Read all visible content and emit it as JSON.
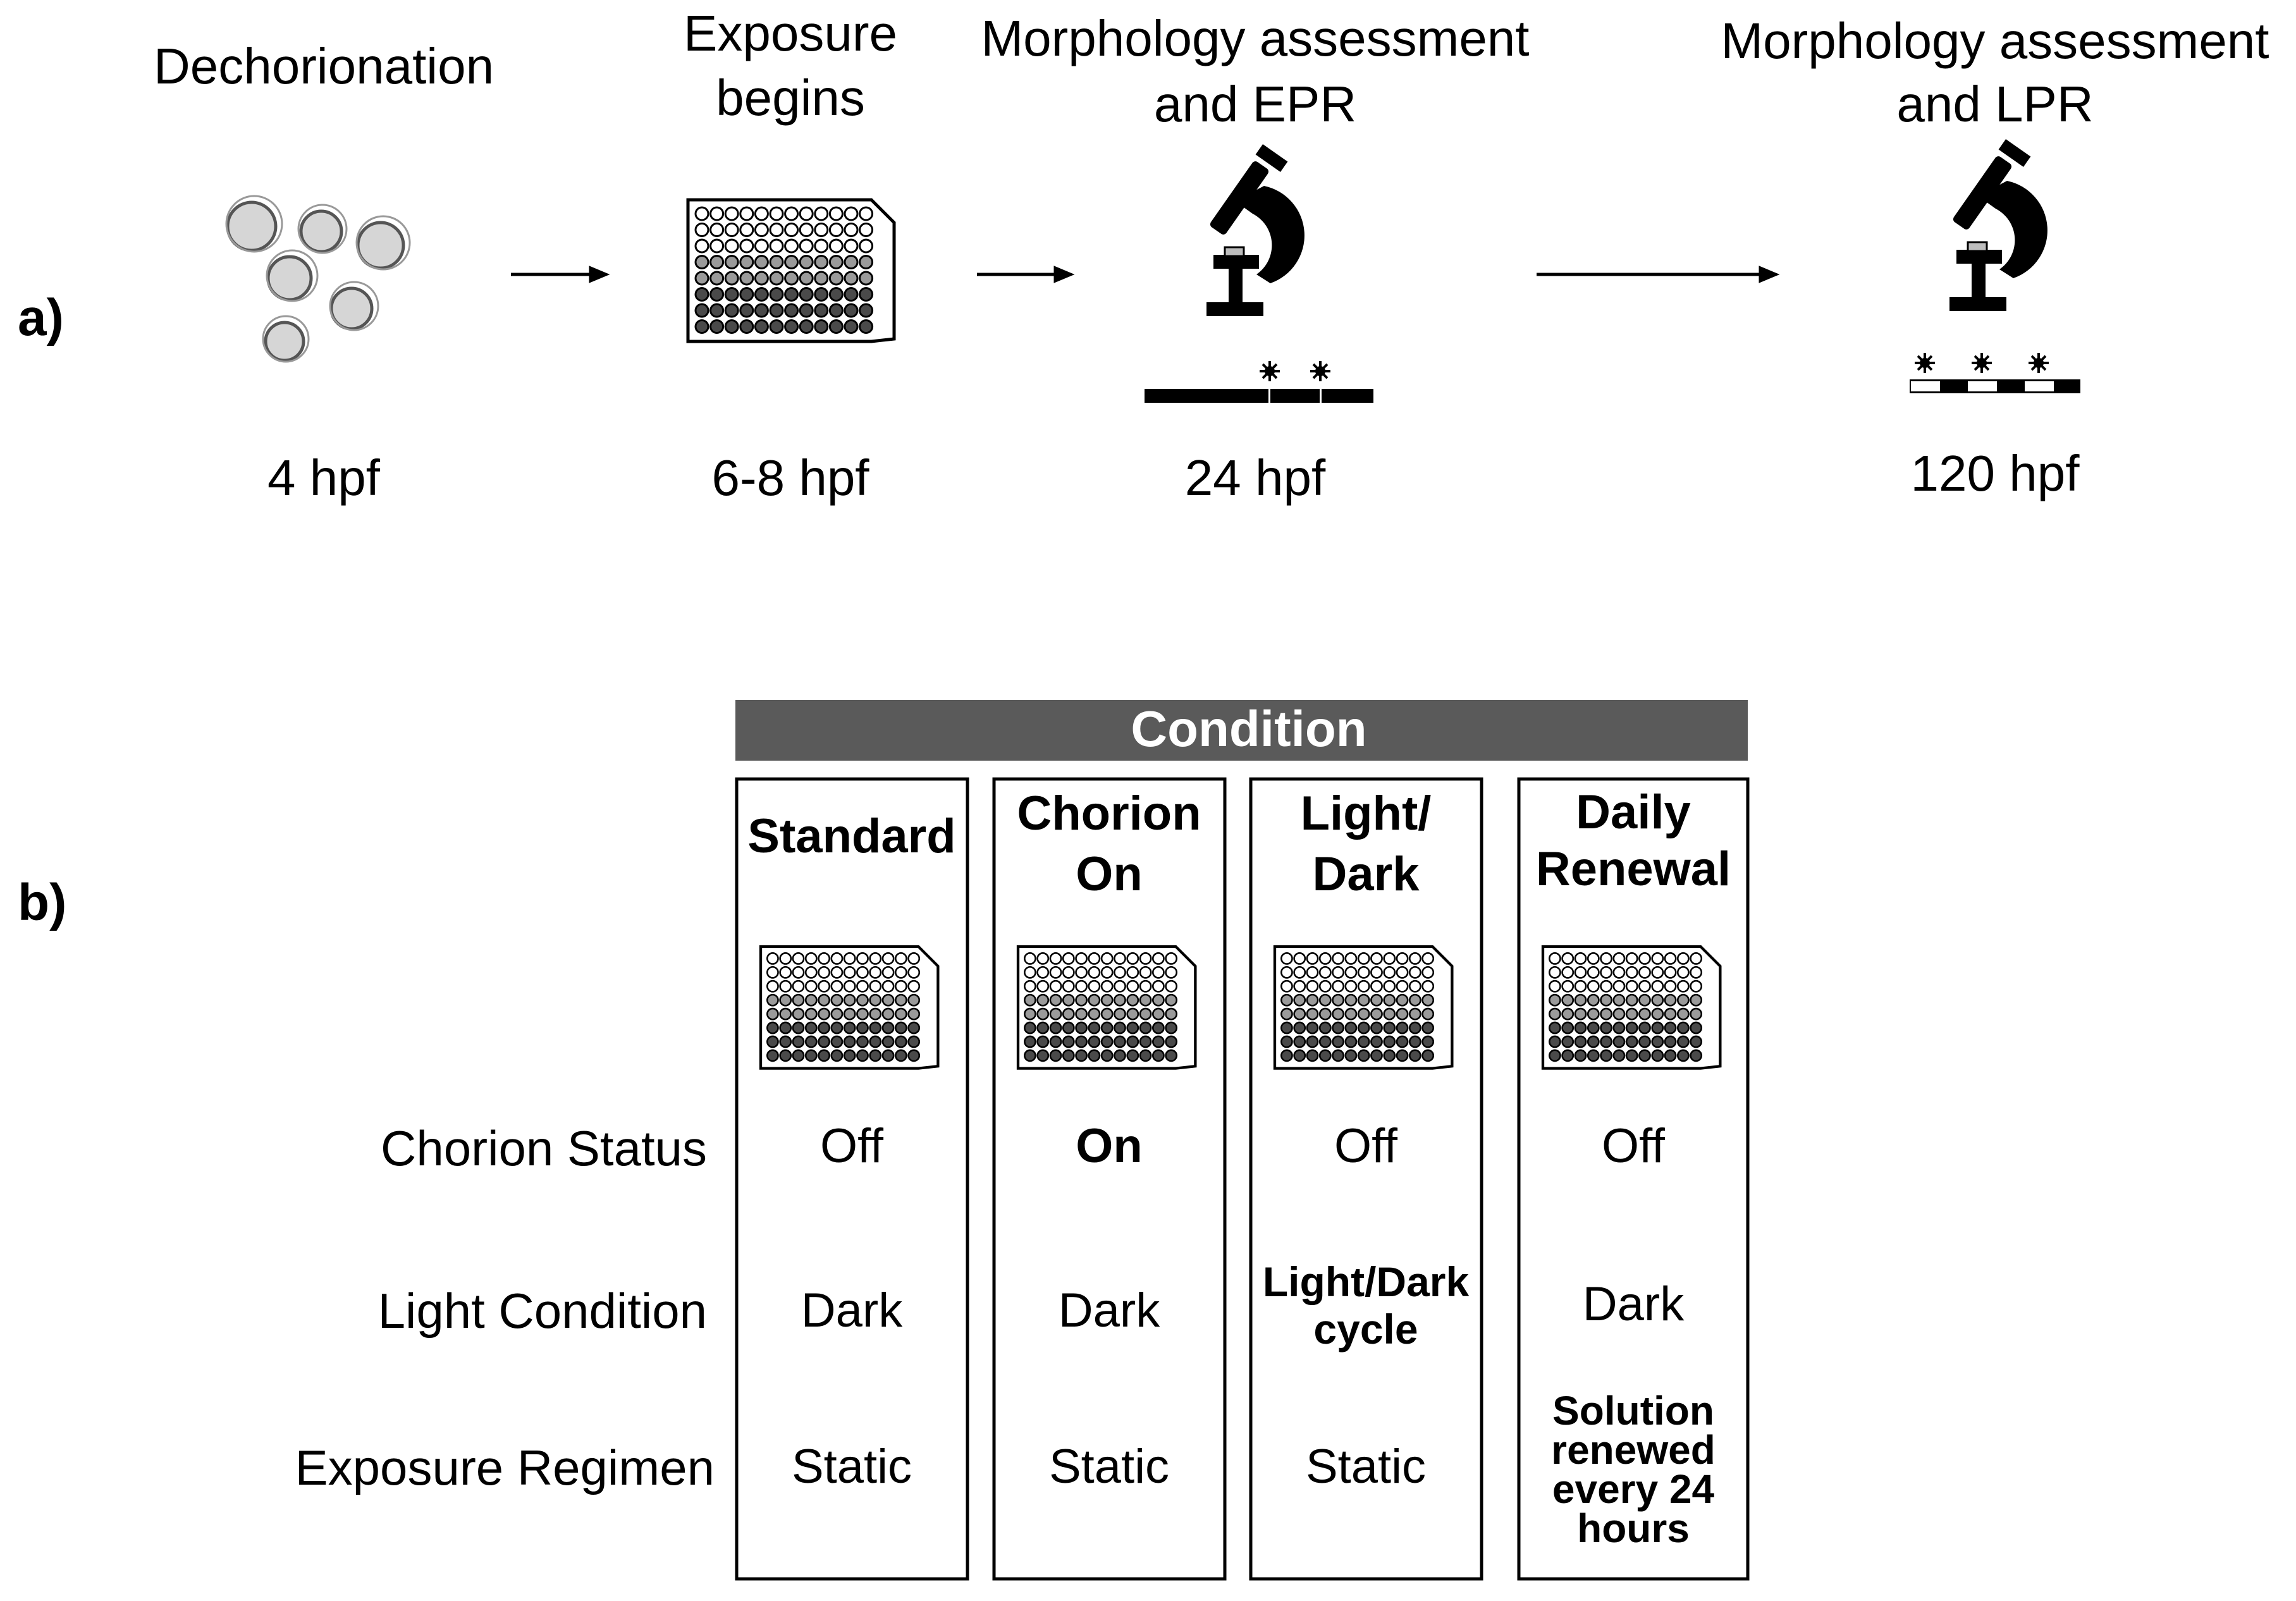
{
  "panel_a": {
    "label": "a)",
    "steps": [
      {
        "title_lines": [
          "Dechorionation"
        ],
        "time": "4 hpf"
      },
      {
        "title_lines": [
          "Exposure",
          "begins"
        ],
        "time": "6-8 hpf"
      },
      {
        "title_lines": [
          "Morphology assessment",
          "and EPR"
        ],
        "time": "24 hpf"
      },
      {
        "title_lines": [
          "Morphology assessment",
          "and LPR"
        ],
        "time": "120 hpf"
      }
    ]
  },
  "panel_b": {
    "label": "b)",
    "header": "Condition",
    "row_labels": [
      "Chorion Status",
      "Light Condition",
      "Exposure Regimen"
    ],
    "conditions": [
      {
        "title_lines": [
          "Standard"
        ],
        "chorion": "Off",
        "light_lines": [
          "Dark"
        ],
        "regimen_lines": [
          "Static"
        ]
      },
      {
        "title_lines": [
          "Chorion",
          "On"
        ],
        "chorion": "On",
        "light_lines": [
          "Dark"
        ],
        "regimen_lines": [
          "Static"
        ]
      },
      {
        "title_lines": [
          "Light/",
          "Dark"
        ],
        "chorion": "Off",
        "light_lines": [
          "Light/Dark",
          "cycle"
        ],
        "regimen_lines": [
          "Static"
        ]
      },
      {
        "title_lines": [
          "Daily",
          "Renewal"
        ],
        "chorion": "Off",
        "light_lines": [
          "Dark"
        ],
        "regimen_lines": [
          "Solution",
          "renewed",
          "every 24",
          "hours"
        ]
      }
    ]
  },
  "colors": {
    "header_fill": "#5a5a5a",
    "header_text": "#ffffff",
    "egg_fill": "#d6d6d6",
    "well_light": "#ffffff",
    "well_mid": "#9a9a9a",
    "well_dark": "#4a4a4a",
    "stage_pad": "#bdbdbd"
  }
}
